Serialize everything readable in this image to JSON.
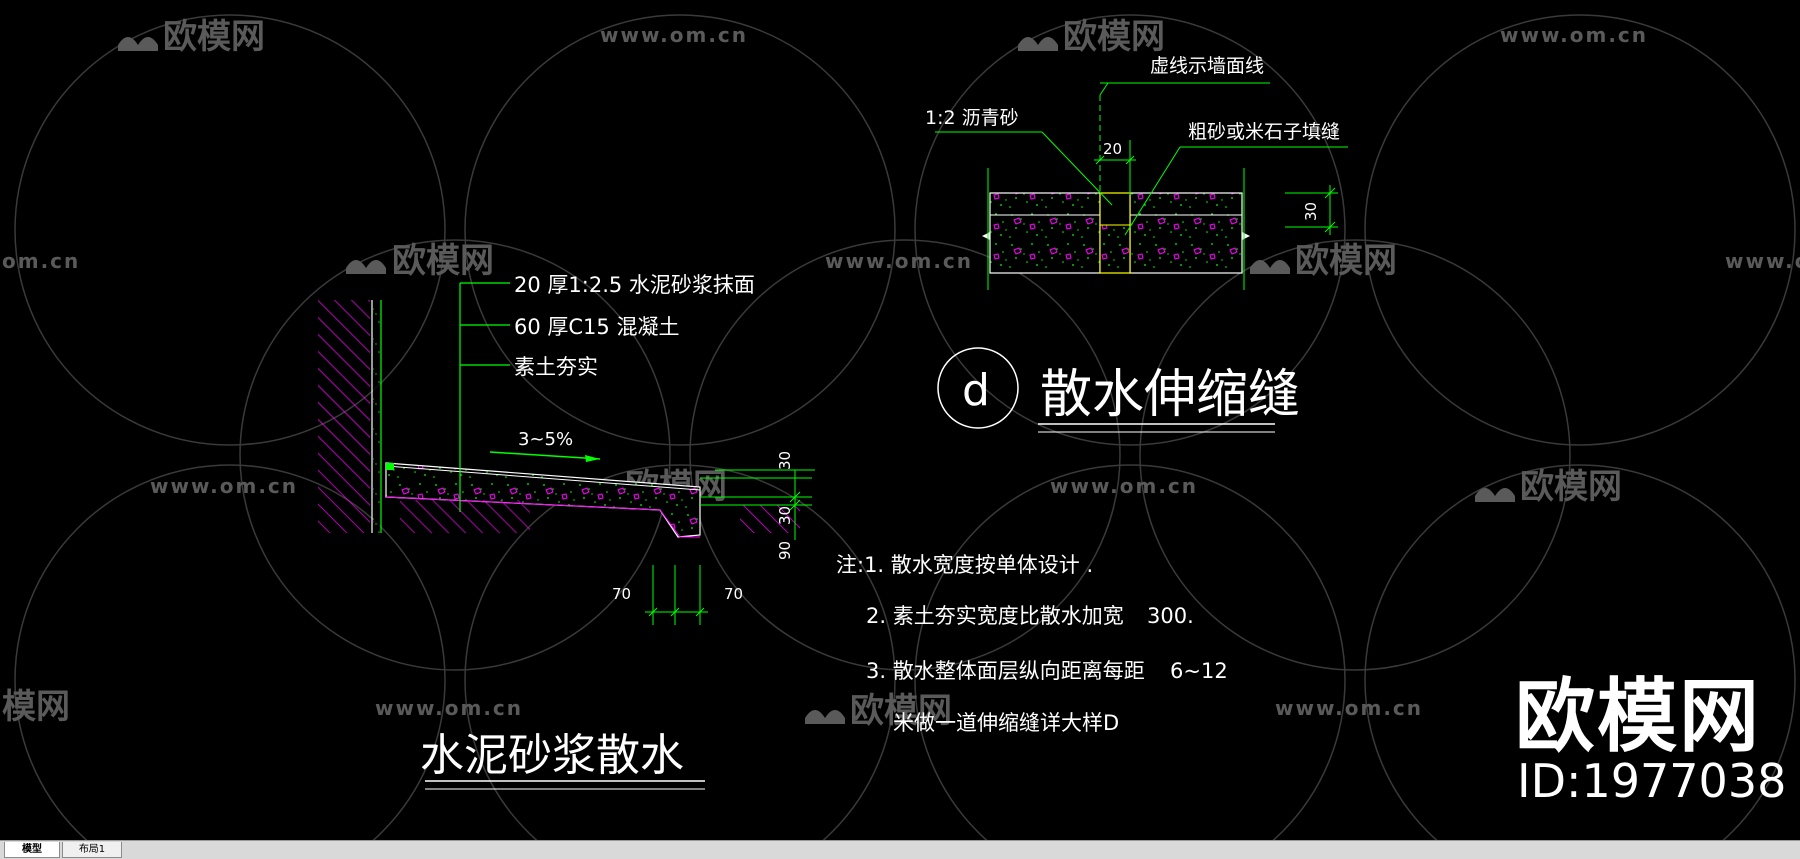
{
  "watermark": {
    "brand": "欧模网",
    "url": "www.om.cn",
    "url_short": "om.cn",
    "brand_partial": "模网"
  },
  "detail_left": {
    "title": "水泥砂浆散水",
    "layers": [
      "20 厚1:2.5   水泥砂浆抹面",
      "60 厚C15   混凝土",
      "素土夯实"
    ],
    "slope": "3~5%",
    "dims": {
      "d30a": "30",
      "d30b": "30",
      "d90": "90",
      "d70a": "70",
      "d70b": "70"
    }
  },
  "detail_right": {
    "title": "散水伸缩缝",
    "marker": "d",
    "label_wall": "虚线示墙面线",
    "label_asphalt": "1:2  沥青砂",
    "label_fill": "粗砂或米石子填缝",
    "dim_gap": "20",
    "dim_thickness": "30"
  },
  "notes": {
    "n1": "注:1. 散水宽度按单体设计        .",
    "n2": "2. 素土夯实宽度比散水加宽",
    "n2_value": "300.",
    "n3": "3. 散水整体面层纵向距离每距",
    "n3_value": "6~12",
    "n4": "米做一道伸缩缝详大样D"
  },
  "brand_overlay": {
    "name": "欧模网",
    "id": "ID:1977038"
  },
  "tabs": [
    "模型",
    "布局1"
  ],
  "colors": {
    "background": "#000000",
    "green": "#00ff00",
    "magenta": "#ff00ff",
    "yellow": "#ffff00",
    "white": "#ffffff"
  }
}
